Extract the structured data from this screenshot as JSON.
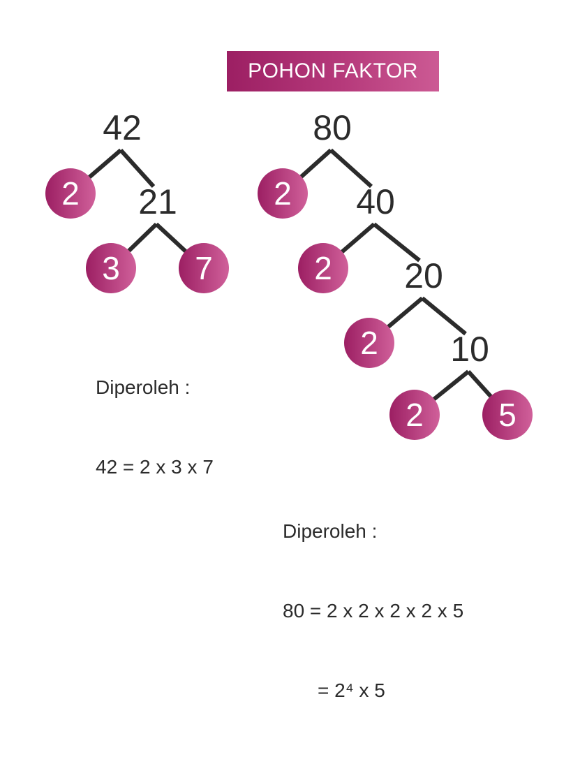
{
  "title": "POHON FAKTOR",
  "colors": {
    "circle_start": "#9c1f63",
    "circle_end": "#d0609a",
    "text": "#2b2b2b",
    "line": "#2b2b2b",
    "banner_text": "#ffffff"
  },
  "trees": [
    {
      "id": "tree-42",
      "nodes": [
        {
          "id": "n42",
          "label": "42",
          "prime": false
        },
        {
          "id": "p2a",
          "label": "2",
          "prime": true
        },
        {
          "id": "n21",
          "label": "21",
          "prime": false
        },
        {
          "id": "p3",
          "label": "3",
          "prime": true
        },
        {
          "id": "p7",
          "label": "7",
          "prime": true
        }
      ],
      "edges": [
        [
          "n42",
          "p2a"
        ],
        [
          "n42",
          "n21"
        ],
        [
          "n21",
          "p3"
        ],
        [
          "n21",
          "p7"
        ]
      ],
      "result": {
        "line1": "Diperoleh :",
        "line2": "42 = 2 x 3 x 7"
      }
    },
    {
      "id": "tree-80",
      "nodes": [
        {
          "id": "n80",
          "label": "80",
          "prime": false
        },
        {
          "id": "q2a",
          "label": "2",
          "prime": true
        },
        {
          "id": "n40",
          "label": "40",
          "prime": false
        },
        {
          "id": "q2b",
          "label": "2",
          "prime": true
        },
        {
          "id": "n20",
          "label": "20",
          "prime": false
        },
        {
          "id": "q2c",
          "label": "2",
          "prime": true
        },
        {
          "id": "n10",
          "label": "10",
          "prime": false
        },
        {
          "id": "q2d",
          "label": "2",
          "prime": true
        },
        {
          "id": "q5",
          "label": "5",
          "prime": true
        }
      ],
      "edges": [
        [
          "n80",
          "q2a"
        ],
        [
          "n80",
          "n40"
        ],
        [
          "n40",
          "q2b"
        ],
        [
          "n40",
          "n20"
        ],
        [
          "n20",
          "q2c"
        ],
        [
          "n20",
          "n10"
        ],
        [
          "n10",
          "q2d"
        ],
        [
          "n10",
          "q5"
        ]
      ],
      "result": {
        "line1": "Diperoleh :",
        "line2": "80 = 2 x 2 x 2 x 2 x 5",
        "line3": "= 2⁴ x 5"
      }
    }
  ]
}
